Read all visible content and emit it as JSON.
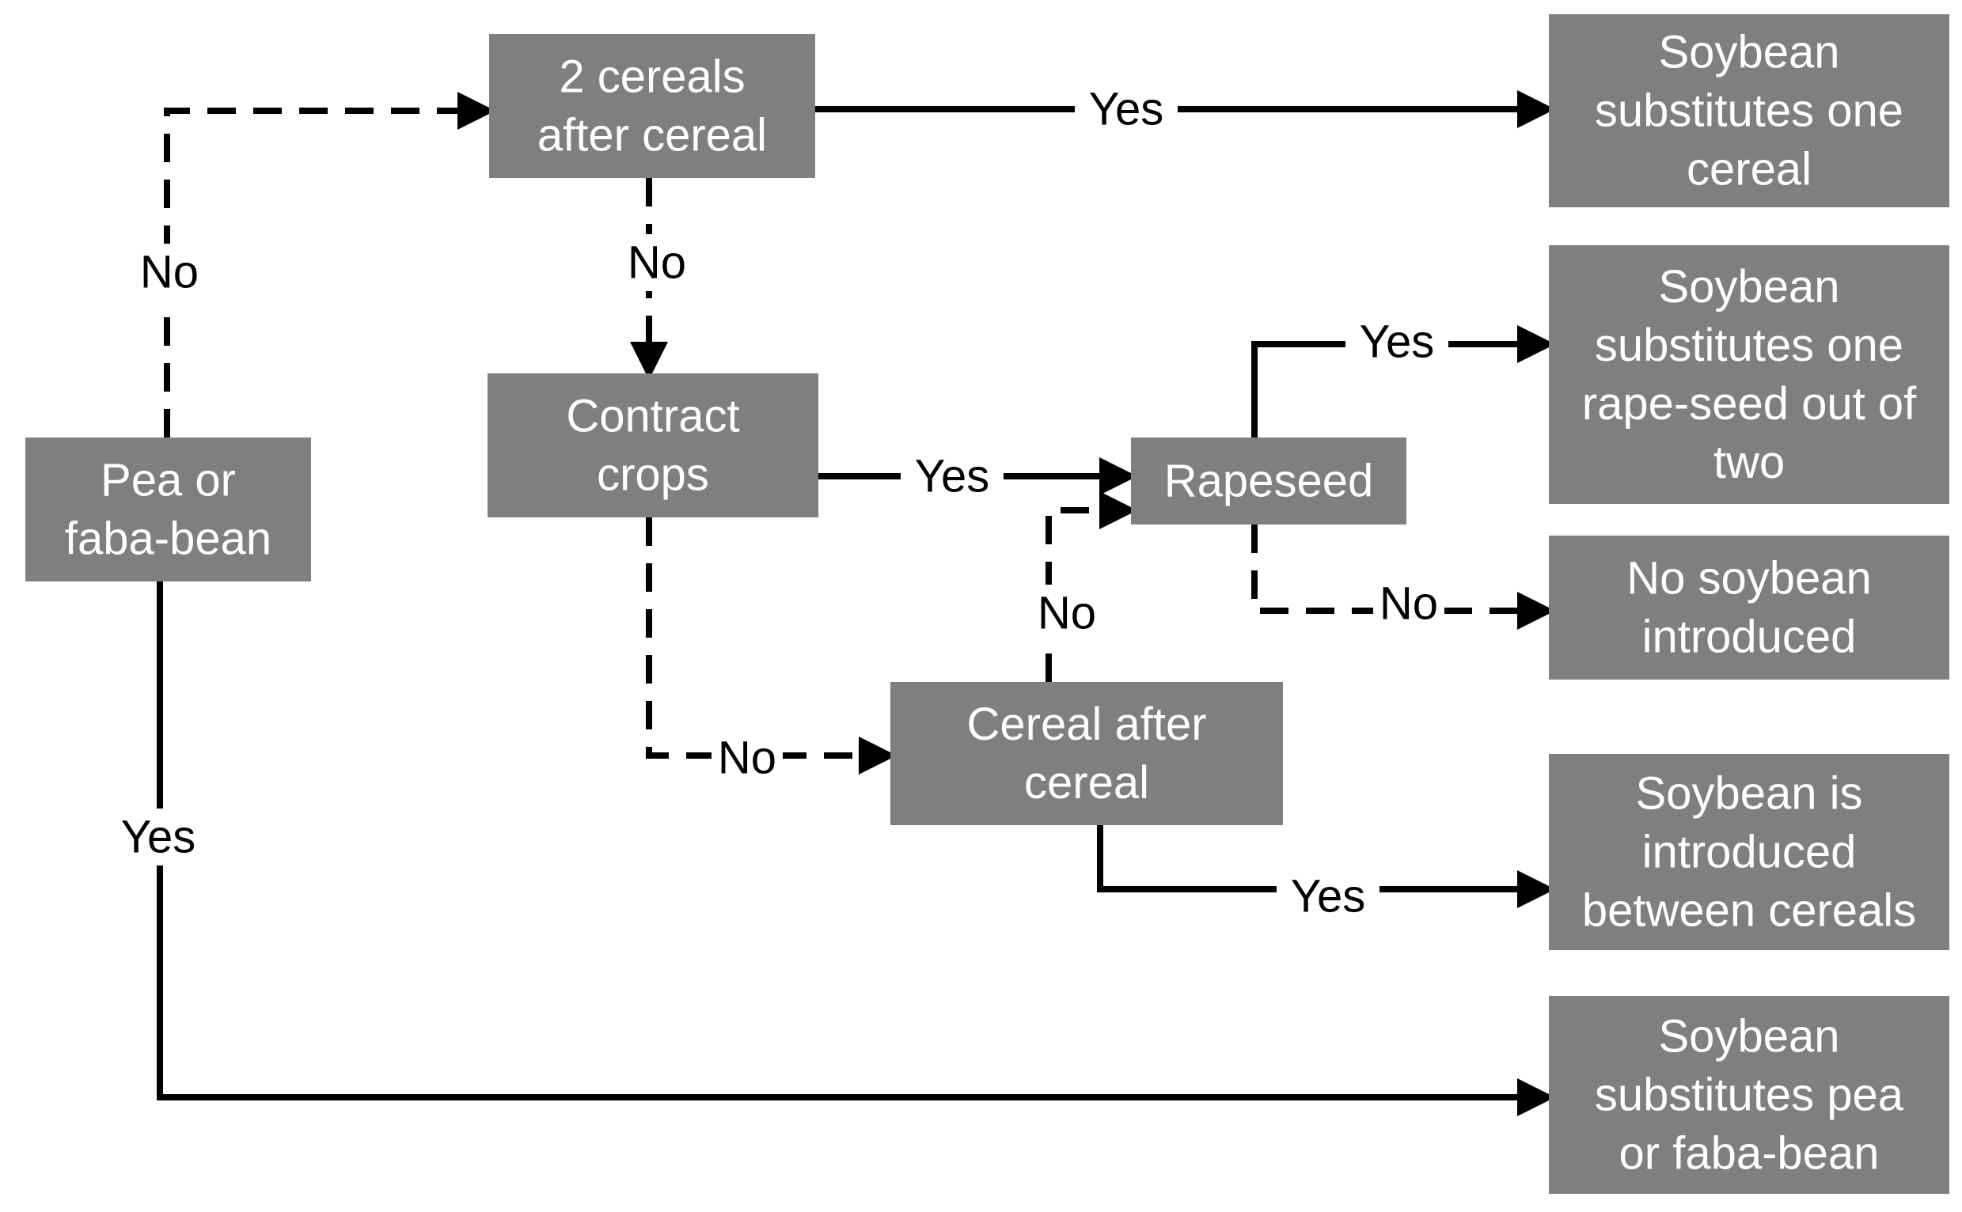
{
  "diagram": {
    "nodes": [
      {
        "id": "two-cereals",
        "lines": [
          "2 cereals",
          "after cereal"
        ]
      },
      {
        "id": "contract-crops",
        "lines": [
          "Contract",
          "crops"
        ]
      },
      {
        "id": "pea-faba",
        "lines": [
          "Pea or",
          "faba-bean"
        ]
      },
      {
        "id": "rapeseed",
        "lines": [
          "Rapeseed"
        ]
      },
      {
        "id": "cereal-after-cereal",
        "lines": [
          "Cereal after",
          "cereal"
        ]
      },
      {
        "id": "out-substitutes-cereal",
        "lines": [
          "Soybean",
          "substitutes one",
          "cereal"
        ]
      },
      {
        "id": "out-substitutes-rapeseed",
        "lines": [
          "Soybean",
          "substitutes one",
          "rape-seed out of",
          "two"
        ]
      },
      {
        "id": "out-no-soybean",
        "lines": [
          "No soybean",
          "introduced"
        ]
      },
      {
        "id": "out-between-cereals",
        "lines": [
          "Soybean is",
          "introduced",
          "between cereals"
        ]
      },
      {
        "id": "out-substitutes-pea",
        "lines": [
          "Soybean",
          "substitutes pea",
          "or faba-bean"
        ]
      }
    ],
    "edges": [
      {
        "id": "pea-no",
        "from": "pea-faba",
        "to": "two-cereals",
        "label": "No",
        "style": "dashed"
      },
      {
        "id": "pea-yes",
        "from": "pea-faba",
        "to": "out-substitutes-pea",
        "label": "Yes",
        "style": "solid"
      },
      {
        "id": "two-cereals-yes",
        "from": "two-cereals",
        "to": "out-substitutes-cereal",
        "label": "Yes",
        "style": "solid"
      },
      {
        "id": "two-cereals-no",
        "from": "two-cereals",
        "to": "contract-crops",
        "label": "No",
        "style": "dashed"
      },
      {
        "id": "contract-yes",
        "from": "contract-crops",
        "to": "rapeseed",
        "label": "Yes",
        "style": "solid"
      },
      {
        "id": "contract-no",
        "from": "contract-crops",
        "to": "cereal-after-cereal",
        "label": "No",
        "style": "dashed"
      },
      {
        "id": "cereal-no",
        "from": "cereal-after-cereal",
        "to": "rapeseed",
        "label": "No",
        "style": "dashed"
      },
      {
        "id": "cereal-yes",
        "from": "cereal-after-cereal",
        "to": "out-between-cereals",
        "label": "Yes",
        "style": "solid"
      },
      {
        "id": "rapeseed-yes",
        "from": "rapeseed",
        "to": "out-substitutes-rapeseed",
        "label": "Yes",
        "style": "solid"
      },
      {
        "id": "rapeseed-no",
        "from": "rapeseed",
        "to": "out-no-soybean",
        "label": "No",
        "style": "dashed"
      }
    ]
  },
  "colors": {
    "box_fill": "#7f7f7f",
    "box_text": "#ffffff",
    "line": "#000000",
    "background": "#ffffff"
  }
}
